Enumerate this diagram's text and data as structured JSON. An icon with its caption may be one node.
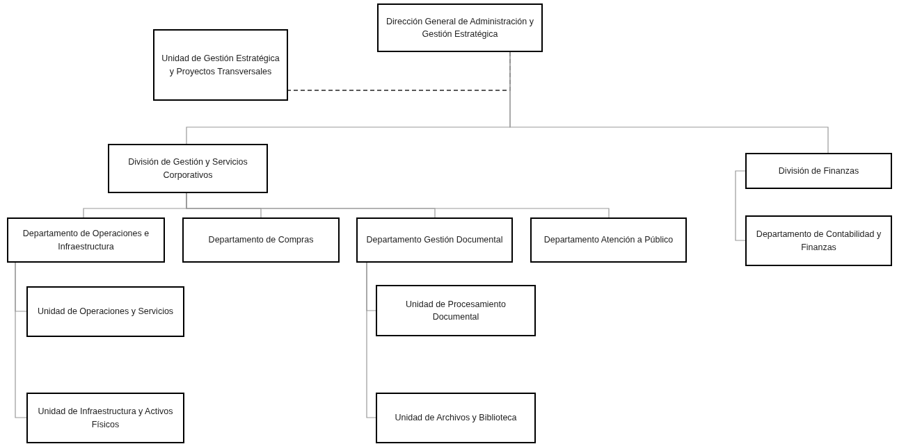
{
  "diagram": {
    "nodes": [
      {
        "text": [
          "Dirección General de Administración y Gestión Estratégica"
        ]
      },
      {
        "text": [
          "Unidad de Gestión Estratégica y Proyectos Transversales"
        ]
      },
      {
        "text": [
          "División de Gestión y Servicios Corporativos"
        ]
      },
      {
        "text": [
          "División de Finanzas"
        ]
      },
      {
        "text": [
          "Departamento de Contabilidad y Finanzas"
        ]
      },
      {
        "text": [
          "Departamento de Operaciones e Infraestructura"
        ]
      },
      {
        "text": [
          "Departamento de Compras"
        ]
      },
      {
        "text": [
          "Departamento Gestión Documental"
        ]
      },
      {
        "text": [
          "Departamento Atención a Público"
        ]
      },
      {
        "text": [
          "Unidad de Operaciones y Servicios"
        ]
      },
      {
        "text": [
          "Unidad de Infraestructura y Activos Físicos"
        ]
      },
      {
        "text": [
          "Unidad de Procesamiento Documental"
        ]
      },
      {
        "text": [
          "Unidad de Archivos y Biblioteca"
        ]
      }
    ],
    "edges": [
      {
        "from": 0,
        "to": 1,
        "arrow": "none",
        "style": "dashed",
        "color": "#222222"
      },
      {
        "from": 0,
        "to": 2,
        "arrow": "none"
      },
      {
        "from": 0,
        "to": 3,
        "arrow": "none"
      },
      {
        "from": 3,
        "to": 4,
        "arrow": "none"
      },
      {
        "from": 2,
        "to": 5,
        "arrow": "none"
      },
      {
        "from": 2,
        "to": 6,
        "arrow": "none"
      },
      {
        "from": 2,
        "to": 7,
        "arrow": "none"
      },
      {
        "from": 2,
        "to": 8,
        "arrow": "none"
      },
      {
        "from": 5,
        "to": 9,
        "arrow": "none"
      },
      {
        "from": 5,
        "to": 10,
        "arrow": "none"
      },
      {
        "from": 7,
        "to": 11,
        "arrow": "none"
      },
      {
        "from": 7,
        "to": 12,
        "arrow": "none"
      }
    ]
  }
}
